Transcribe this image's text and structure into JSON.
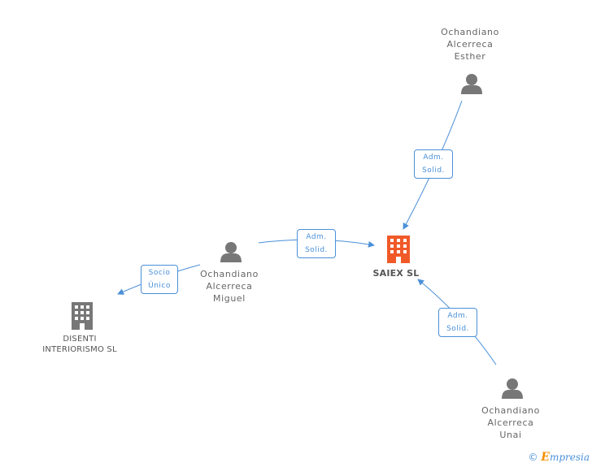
{
  "nodes": {
    "esther": {
      "name_lines": [
        "Ochandiano",
        "Alcerreca",
        "Esther"
      ],
      "icon": "person-icon"
    },
    "miguel": {
      "name_lines": [
        "Ochandiano",
        "Alcerreca",
        "Miguel"
      ],
      "icon": "person-icon"
    },
    "unai": {
      "name_lines": [
        "Ochandiano",
        "Alcerreca",
        "Unai"
      ],
      "icon": "person-icon"
    },
    "saiex": {
      "name": "SAIEX SL",
      "icon": "building-icon",
      "color": "#f05a28"
    },
    "disenti": {
      "name_lines": [
        "DISENTI",
        "INTERIORISMO SL"
      ],
      "icon": "building-icon",
      "color": "#777777"
    }
  },
  "edges": {
    "esther_saiex": {
      "line1": "Adm.",
      "line2": "Solid."
    },
    "miguel_saiex": {
      "line1": "Adm.",
      "line2": "Solid."
    },
    "unai_saiex": {
      "line1": "Adm.",
      "line2": "Solid."
    },
    "miguel_disenti": {
      "line1": "Socio",
      "line2": "Único"
    }
  },
  "colors": {
    "edge": "#4a90d9",
    "person": "#777777",
    "main_company": "#f05a28",
    "company": "#777777"
  },
  "footer": {
    "copyright_symbol": "©",
    "brand_initial": "E",
    "brand_rest": "mpresia"
  }
}
